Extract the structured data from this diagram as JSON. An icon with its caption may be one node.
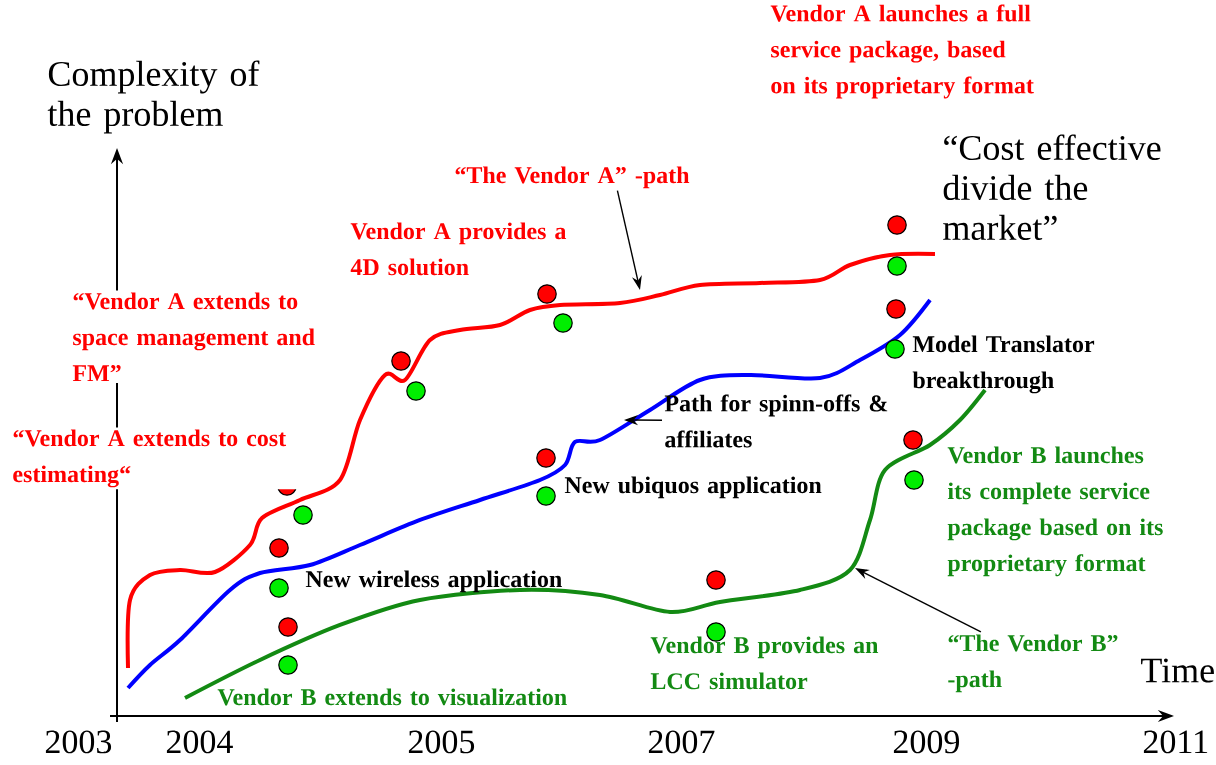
{
  "diagram": {
    "nodes": [
      {
        "text": [
          "“The Vendor A” -path"
        ]
      },
      {
        "text": [
          "Path for spinn-offs & affiliates"
        ]
      },
      {
        "text": [
          "“The Vendor B” -path"
        ]
      }
    ],
    "edges": [
      {
        "from": 0,
        "to": null,
        "arrow": "to"
      },
      {
        "from": 1,
        "to": null,
        "arrow": "to"
      },
      {
        "from": 2,
        "to": null,
        "arrow": "to"
      }
    ],
    "labels": [
      "Complexity of the problem",
      "Vendor A launches a full service package, based on its proprietary format",
      "“Cost effective divide the market”",
      "Vendor A provides a 4D solution",
      "“Vendor A extends to space management and FM”",
      "Model Translator breakthrough",
      "“Vendor A extends to cost estimating“",
      "Vendor B launches its complete service package based on its proprietary format",
      "New ubiquos application",
      "New wireless application",
      "Vendor B provides an LCC simulator",
      "Time",
      "Vendor B extends to visualization",
      "2003",
      "2004",
      "2005",
      "2007",
      "2009",
      "2011"
    ]
  }
}
